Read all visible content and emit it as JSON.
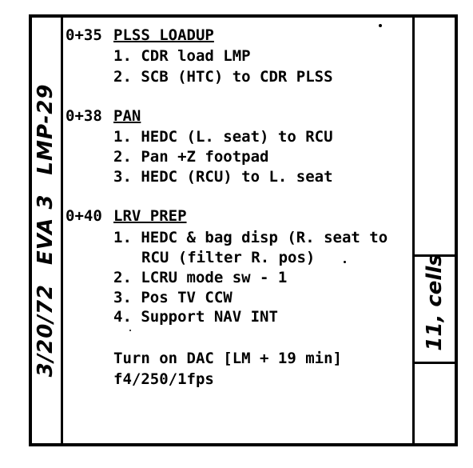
{
  "margin_note": {
    "date": "3/20/72",
    "eva": "EVA 3",
    "page": "LMP-29"
  },
  "right_note": "11, cells",
  "sections": [
    {
      "time": "0+35",
      "title": "PLSS LOADUP",
      "steps": [
        {
          "text": "1. CDR load LMP"
        },
        {
          "text": "2. SCB (HTC) to CDR PLSS"
        }
      ]
    },
    {
      "time": "0+38",
      "title": "PAN",
      "steps": [
        {
          "text": "1. HEDC (L. seat) to RCU"
        },
        {
          "text": "2. Pan +Z footpad"
        },
        {
          "text": "3. HEDC (RCU) to L. seat"
        }
      ]
    },
    {
      "time": "0+40",
      "title": "LRV PREP",
      "steps": [
        {
          "text": "1. HEDC & bag disp (R. seat to"
        },
        {
          "text": "RCU (filter R. pos)"
        },
        {
          "text": "2. LCRU mode sw - 1"
        },
        {
          "text": "3. Pos TV CCW"
        },
        {
          "text": "4. Support NAV INT"
        }
      ]
    }
  ],
  "footer": {
    "line1": "Turn on DAC [LM + 19 min]",
    "line2": "f4/250/1fps"
  }
}
